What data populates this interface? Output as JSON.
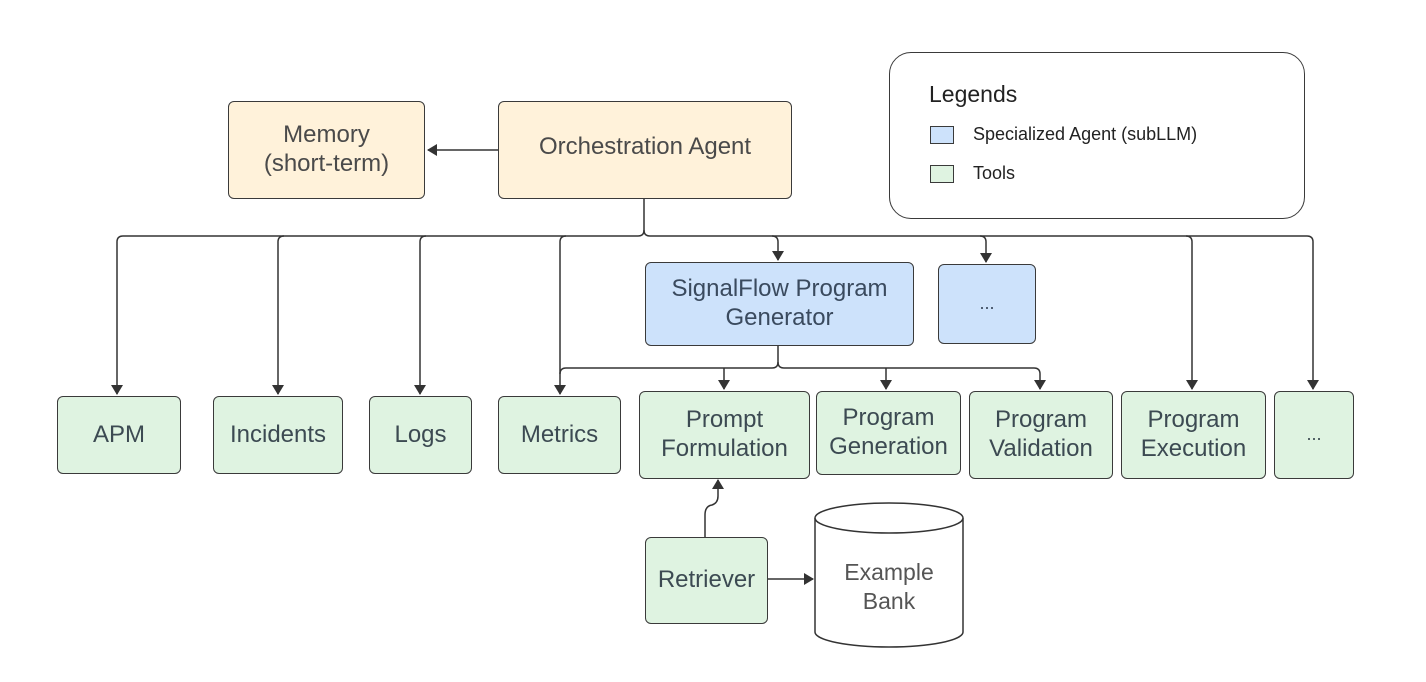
{
  "colors": {
    "orchestration": "#fff2da",
    "specialized_agent": "#cde2fb",
    "tools": "#dff3e1",
    "stroke": "#3a3a3a"
  },
  "legend": {
    "title": "Legends",
    "items": [
      {
        "label": "Specialized Agent (subLLM)",
        "color": "#cde2fb"
      },
      {
        "label": "Tools",
        "color": "#dff3e1"
      }
    ]
  },
  "nodes": {
    "memory": {
      "line1": "Memory",
      "line2": "(short-term)"
    },
    "orchestration": {
      "label": "Orchestration Agent"
    },
    "signalflow": {
      "line1": "SignalFlow Program",
      "line2": "Generator"
    },
    "agent_more": {
      "label": "..."
    },
    "apm": {
      "label": "APM"
    },
    "incidents": {
      "label": "Incidents"
    },
    "logs": {
      "label": "Logs"
    },
    "metrics": {
      "label": "Metrics"
    },
    "prompt": {
      "line1": "Prompt",
      "line2": "Formulation"
    },
    "proggen": {
      "line1": "Program",
      "line2": "Generation"
    },
    "progval": {
      "line1": "Program",
      "line2": "Validation"
    },
    "progexec": {
      "line1": "Program",
      "line2": "Execution"
    },
    "tools_more": {
      "label": "..."
    },
    "retriever": {
      "label": "Retriever"
    },
    "example_bank": {
      "line1": "Example",
      "line2": "Bank"
    }
  },
  "edges": [
    {
      "from": "orchestration",
      "to": "memory"
    },
    {
      "from": "orchestration",
      "to": "apm"
    },
    {
      "from": "orchestration",
      "to": "incidents"
    },
    {
      "from": "orchestration",
      "to": "logs"
    },
    {
      "from": "orchestration",
      "to": "metrics"
    },
    {
      "from": "orchestration",
      "to": "signalflow"
    },
    {
      "from": "orchestration",
      "to": "agent_more"
    },
    {
      "from": "orchestration",
      "to": "progexec"
    },
    {
      "from": "orchestration",
      "to": "tools_more"
    },
    {
      "from": "signalflow",
      "to": "metrics"
    },
    {
      "from": "signalflow",
      "to": "prompt"
    },
    {
      "from": "signalflow",
      "to": "proggen"
    },
    {
      "from": "signalflow",
      "to": "progval"
    },
    {
      "from": "retriever",
      "to": "prompt"
    },
    {
      "from": "retriever",
      "to": "example_bank"
    }
  ]
}
